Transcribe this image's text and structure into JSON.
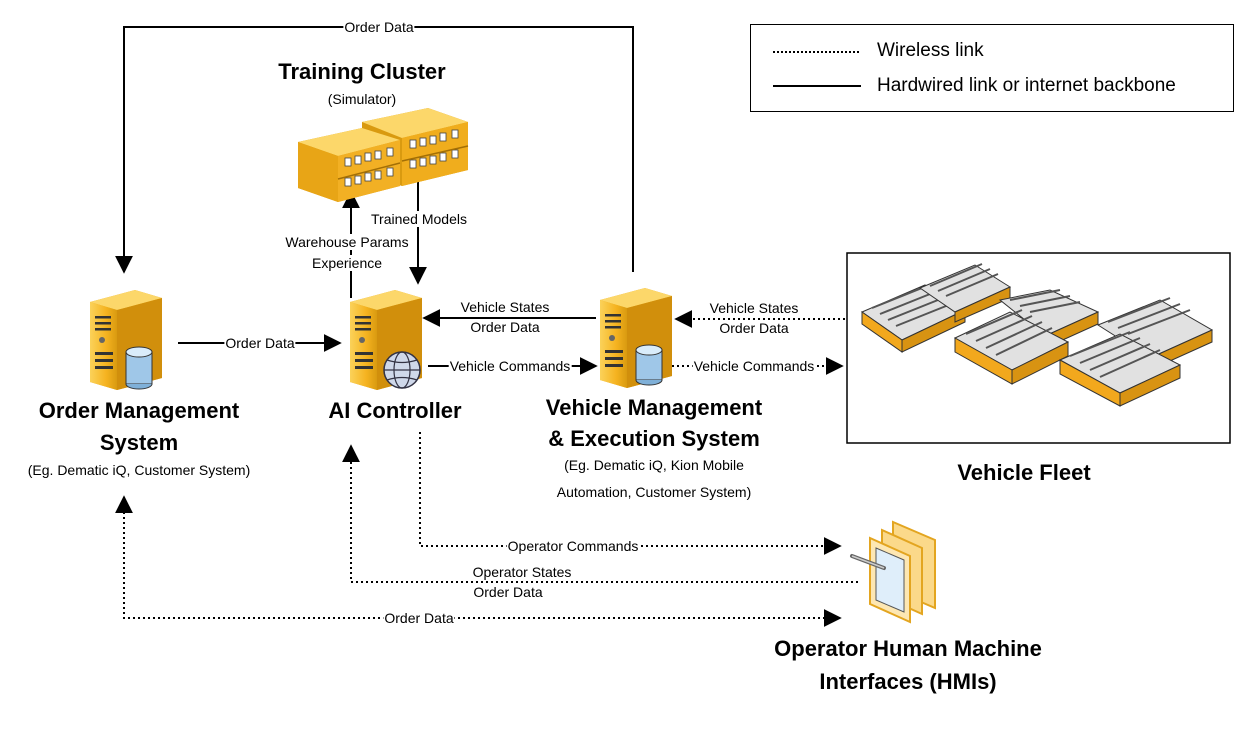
{
  "legend": {
    "wireless": "Wireless link",
    "hardwired": "Hardwired link or internet backbone"
  },
  "nodes": {
    "training_cluster": {
      "title": "Training Cluster",
      "subtitle": "(Simulator)"
    },
    "ai_controller": {
      "title": "AI Controller"
    },
    "order_management": {
      "title_line1": "Order Management",
      "title_line2": "System",
      "subtitle": "(Eg. Dematic iQ, Customer System)"
    },
    "vehicle_management": {
      "title_line1": "Vehicle Management",
      "title_line2": "& Execution System",
      "subtitle_line1": "(Eg. Dematic iQ, Kion Mobile",
      "subtitle_line2": "Automation, Customer System)"
    },
    "vehicle_fleet": {
      "title": "Vehicle Fleet"
    },
    "operator_hmi": {
      "title_line1": "Operator Human Machine",
      "title_line2": "Interfaces (HMIs)"
    }
  },
  "edges": {
    "order_data_top": "Order Data",
    "trained_models": "Trained Models",
    "warehouse_params": "Warehouse Params",
    "experience": "Experience",
    "order_data_oms_ai": "Order Data",
    "vehicle_states_vms": "Vehicle States",
    "order_data_vms": "Order Data",
    "vehicle_commands_ai": "Vehicle Commands",
    "vehicle_states_fleet": "Vehicle States",
    "order_data_fleet": "Order Data",
    "vehicle_commands_fleet": "Vehicle Commands",
    "operator_commands": "Operator Commands",
    "operator_states": "Operator States",
    "order_data_operator": "Order Data",
    "order_data_bottom": "Order Data"
  },
  "colors": {
    "server_gold": "#f5b320",
    "server_dark": "#d99a10",
    "database_blue": "#9fc7e8",
    "line": "#000000"
  },
  "icons": [
    "server-icon",
    "server-rack-icon",
    "database-icon",
    "globe-icon",
    "robot-vehicle-icon",
    "tablet-screens-icon"
  ]
}
